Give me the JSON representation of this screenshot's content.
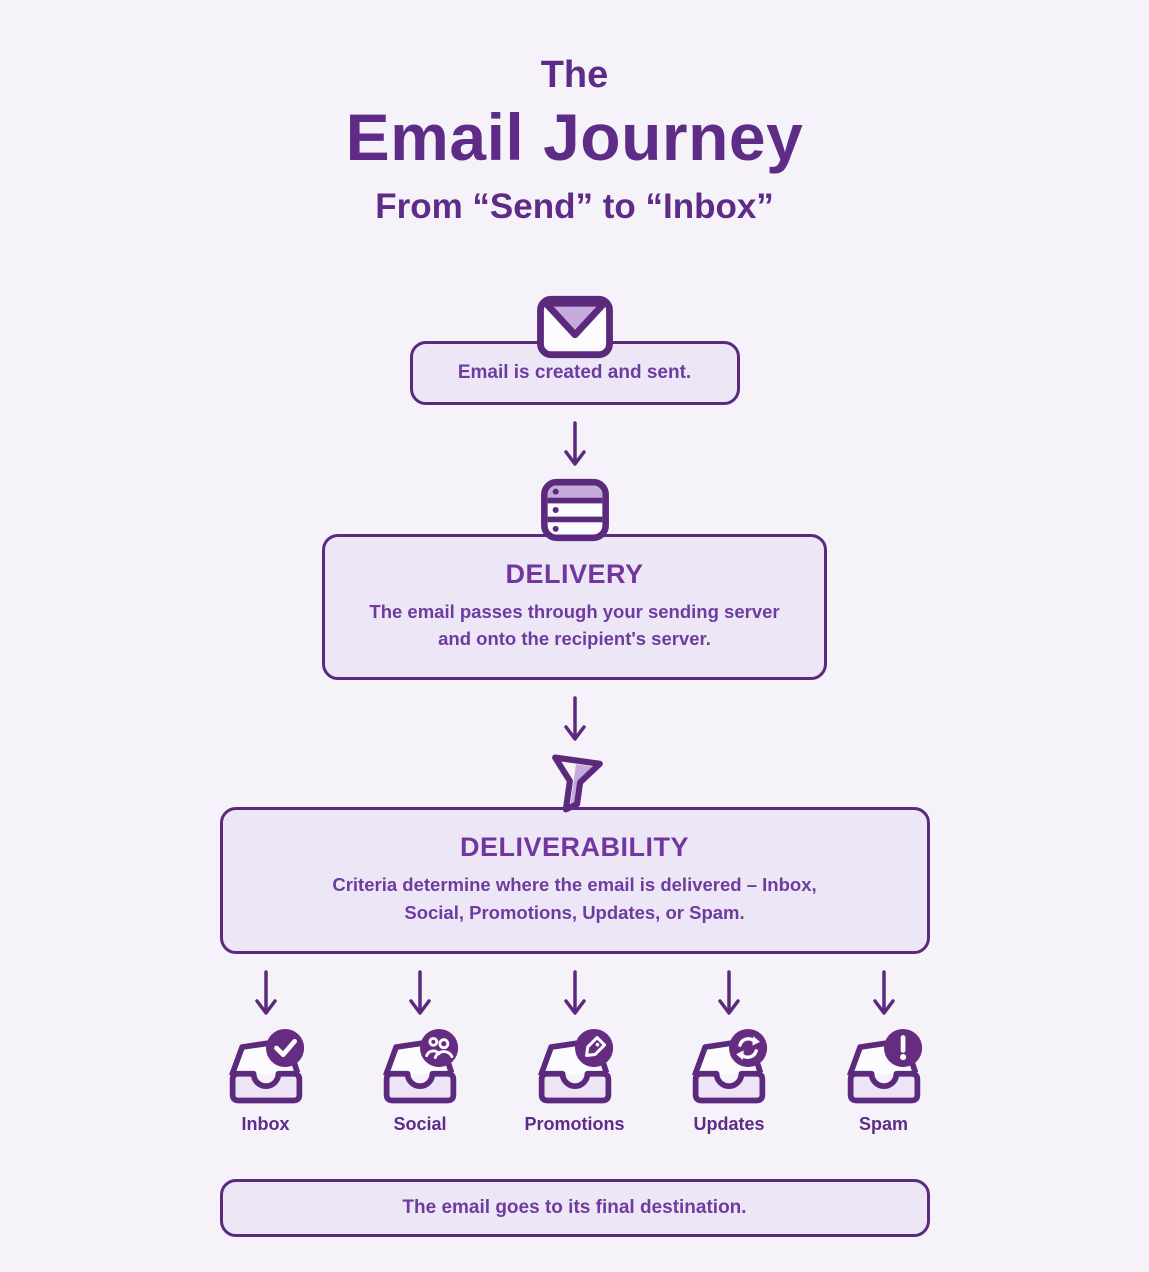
{
  "title": {
    "line1": "The",
    "line2": "Email Journey",
    "line3": "From “Send” to “Inbox”"
  },
  "steps": {
    "created": {
      "icon": "envelope-icon",
      "text": "Email is created and sent."
    },
    "delivery": {
      "icon": "server-icon",
      "heading": "DELIVERY",
      "description": "The email passes through your sending server and onto the recipient's server."
    },
    "deliverability": {
      "icon": "funnel-icon",
      "heading": "DELIVERABILITY",
      "description": "Criteria determine where the email is delivered – Inbox, Social, Promotions, Updates, or Spam."
    }
  },
  "destinations": [
    {
      "label": "Inbox",
      "icon": "check-badge-icon"
    },
    {
      "label": "Social",
      "icon": "people-badge-icon"
    },
    {
      "label": "Promotions",
      "icon": "tag-badge-icon"
    },
    {
      "label": "Updates",
      "icon": "refresh-badge-icon"
    },
    {
      "label": "Spam",
      "icon": "exclamation-badge-icon"
    }
  ],
  "footer": {
    "text": "The email goes to its final destination."
  },
  "colors": {
    "background": "#F5F2FA",
    "box_fill": "#EDE6F7",
    "border_purple": "#5C2A7D",
    "title_purple": "#5E2C87",
    "heading_purple": "#71379E",
    "body_purple": "#6E3C9E",
    "accent_lavender": "#C5ABDC",
    "badge_purple": "#662C82",
    "icon_fill": "#FCFBFE"
  }
}
